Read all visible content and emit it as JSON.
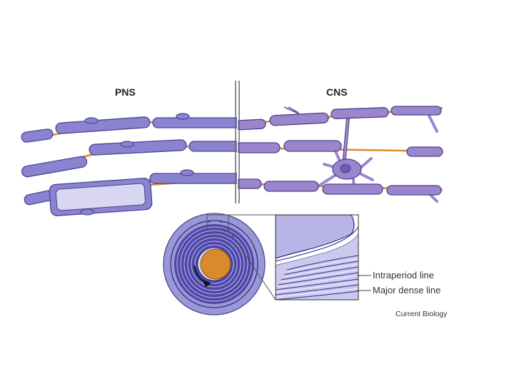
{
  "labels": {
    "pns": "PNS",
    "cns": "CNS",
    "intraperiod_line": "Intraperiod line",
    "major_dense_line": "Major dense line",
    "credit": "Current Biology"
  },
  "colors": {
    "myelin": "#8a83cf",
    "myelin_dark": "#4a4496",
    "myelin_light": "#d8d6f0",
    "cns_myelin": "#9a86cc",
    "cns_dark": "#4e3f8c",
    "axon": "#d98b2b",
    "divider": "#666666"
  }
}
